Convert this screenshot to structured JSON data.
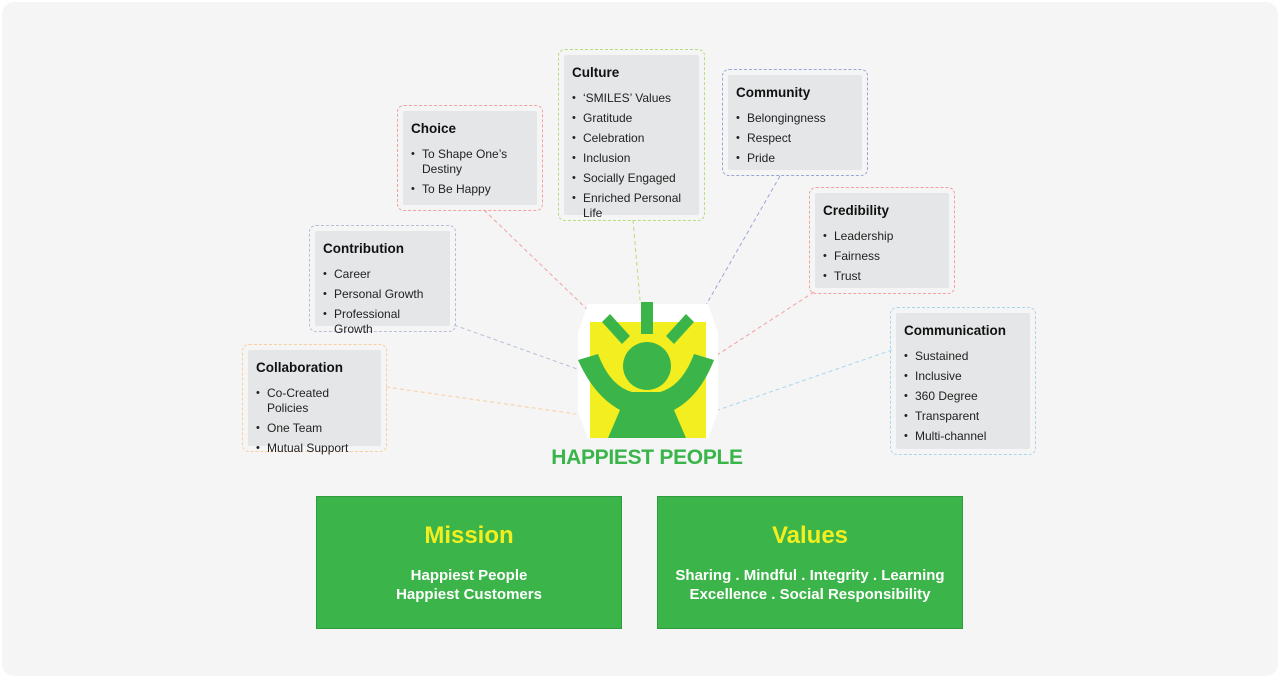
{
  "brand": {
    "name": "HAPPIEST PEOPLE",
    "colors": {
      "green": "#3bb54a",
      "yellow": "#f2ee1f",
      "card_bg": "#e5e6e7"
    }
  },
  "categories": [
    {
      "id": "choice",
      "title": "Choice",
      "items": [
        "To Shape One’s Destiny",
        "To Be Happy"
      ],
      "border_color": "#f2a0a0"
    },
    {
      "id": "culture",
      "title": "Culture",
      "items": [
        "‘SMILES’ Values",
        "Gratitude",
        "Celebration",
        "Inclusion",
        "Socially Engaged",
        "Enriched Personal Life"
      ],
      "border_color": "#b7dc82"
    },
    {
      "id": "community",
      "title": "Community",
      "items": [
        "Belongingness",
        "Respect",
        "Pride"
      ],
      "border_color": "#9aa6d8"
    },
    {
      "id": "credibility",
      "title": "Credibility",
      "items": [
        "Leadership",
        "Fairness",
        "Trust"
      ],
      "border_color": "#f2a0a0"
    },
    {
      "id": "contribution",
      "title": "Contribution",
      "items": [
        "Career",
        "Personal Growth",
        "Professional Growth"
      ],
      "border_color": "#b6bfd8"
    },
    {
      "id": "communication",
      "title": "Communication",
      "items": [
        "Sustained",
        "Inclusive",
        "360 Degree",
        "Transparent",
        "Multi-channel"
      ],
      "border_color": "#a9d6ee"
    },
    {
      "id": "collaboration",
      "title": "Collaboration",
      "items": [
        "Co-Created Policies",
        "One Team",
        "Mutual Support"
      ],
      "border_color": "#f7cfa0"
    }
  ],
  "mission": {
    "title": "Mission",
    "lines": [
      "Happiest People",
      "Happiest Customers"
    ]
  },
  "values": {
    "title": "Values",
    "lines": [
      "Sharing . Mindful . Integrity . Learning",
      "Excellence . Social Responsibility"
    ]
  }
}
